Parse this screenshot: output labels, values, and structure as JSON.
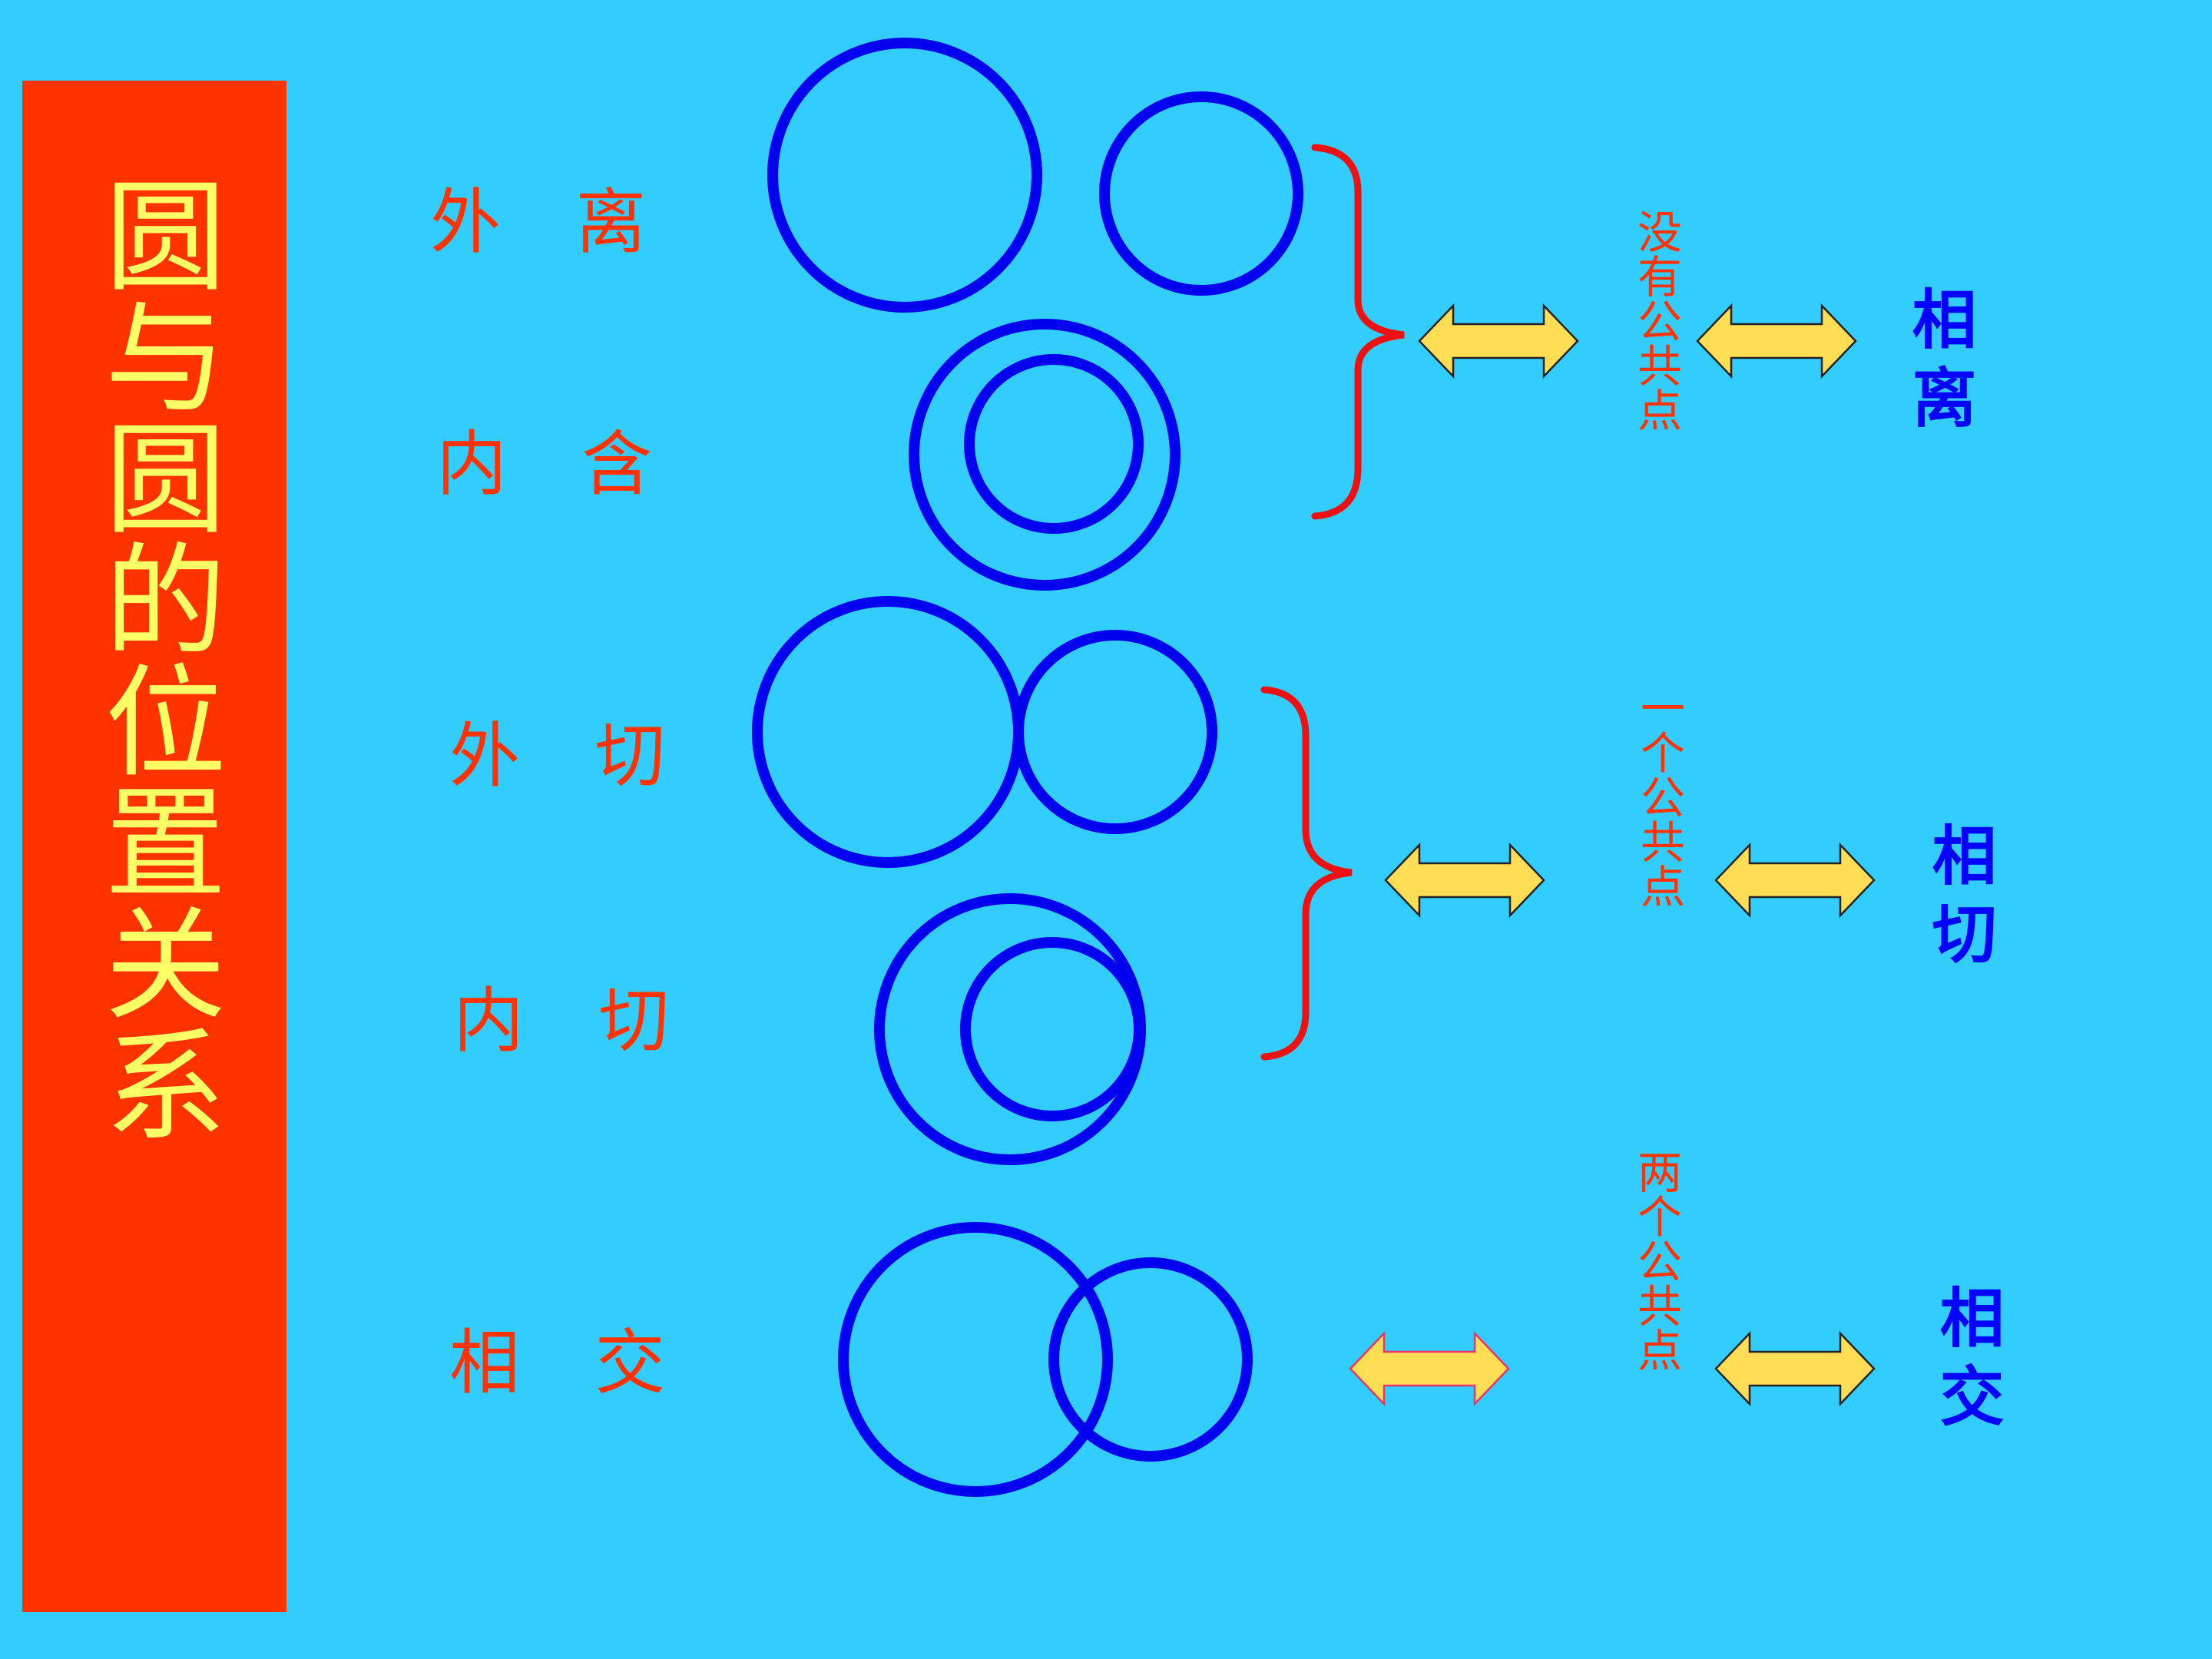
{
  "title": "圆与圆的位置关系",
  "relations": {
    "external_separate": "外 离",
    "internal_contain": "内 含",
    "external_tangent": "外 切",
    "internal_tangent": "内 切",
    "intersect": "相 交"
  },
  "common_points": {
    "none": "没有公共点",
    "one": "一个公共点",
    "two": "两个公共点"
  },
  "results": {
    "separate": "相离",
    "tangent": "相切",
    "intersect": "相交"
  },
  "colors": {
    "background": "#33ccff",
    "title_bar": "#ff3300",
    "title_text": "#ffff66",
    "label_red": "#ff3300",
    "circle_blue": "#0000ee",
    "result_blue": "#0000ff",
    "arrow_yellow": "#ffdd55",
    "brace_red": "#ee1111"
  },
  "icons": [
    "double-arrow-icon",
    "brace-icon"
  ]
}
